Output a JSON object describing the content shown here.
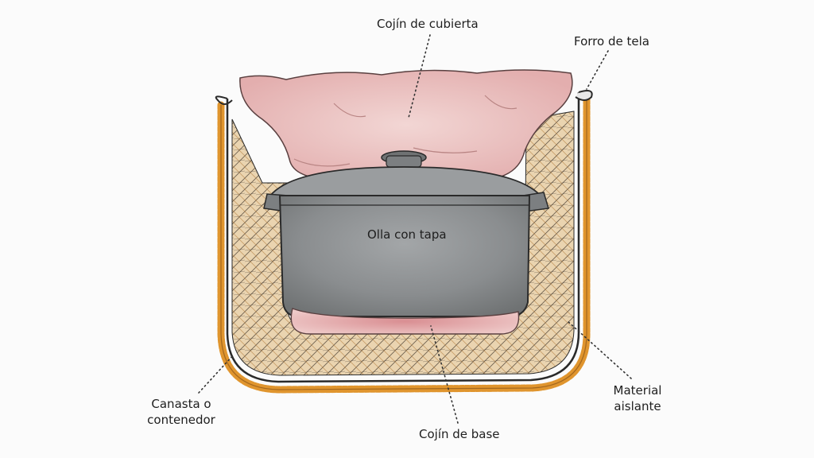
{
  "labels": {
    "top_cushion": "Cojín de cubierta",
    "fabric_lining": "Forro de tela",
    "pot": "Olla con tapa",
    "insulation_line1": "Material",
    "insulation_line2": "aislante",
    "container_line1": "Canasta o",
    "container_line2": "contenedor",
    "base_cushion": "Cojín de base"
  },
  "colors": {
    "background": "#fbfbfb",
    "cushion": "#ecc4c3",
    "pot": "#8e9193",
    "insulation": "#e8cfa8",
    "basket_border": "#e0952e",
    "ink": "#2a2a2a"
  }
}
